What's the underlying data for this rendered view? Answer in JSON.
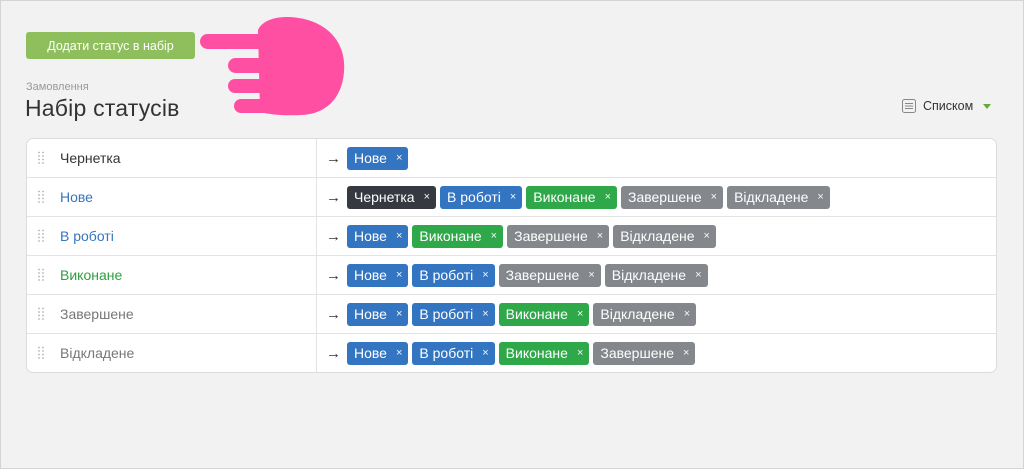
{
  "toolbar": {
    "add_label": "Додати статус в набір"
  },
  "breadcrumb": "Замовлення",
  "page_title": "Набір статусів",
  "view": {
    "label": "Списком",
    "icon": "list-icon"
  },
  "colors": {
    "blue": "#3475c1",
    "green": "#2fa84a",
    "dark": "#363a40",
    "gray": "#84878c",
    "name_default": "#333333",
    "name_blue": "#3475c1",
    "name_green": "#2f9e3f",
    "name_gray": "#777777",
    "add_button": "#8fbf5c",
    "hand": "#ff4fa3"
  },
  "arrow": "→",
  "remove_symbol": "×",
  "rows": [
    {
      "name": "Чернетка",
      "name_color": "name_default",
      "targets": [
        {
          "label": "Нове",
          "color": "blue"
        }
      ]
    },
    {
      "name": "Нове",
      "name_color": "name_blue",
      "targets": [
        {
          "label": "Чернетка",
          "color": "dark"
        },
        {
          "label": "В роботі",
          "color": "blue"
        },
        {
          "label": "Виконане",
          "color": "green"
        },
        {
          "label": "Завершене",
          "color": "gray"
        },
        {
          "label": "Відкладене",
          "color": "gray"
        }
      ]
    },
    {
      "name": "В роботі",
      "name_color": "name_blue",
      "targets": [
        {
          "label": "Нове",
          "color": "blue"
        },
        {
          "label": "Виконане",
          "color": "green"
        },
        {
          "label": "Завершене",
          "color": "gray"
        },
        {
          "label": "Відкладене",
          "color": "gray"
        }
      ]
    },
    {
      "name": "Виконане",
      "name_color": "name_green",
      "targets": [
        {
          "label": "Нове",
          "color": "blue"
        },
        {
          "label": "В роботі",
          "color": "blue"
        },
        {
          "label": "Завершене",
          "color": "gray"
        },
        {
          "label": "Відкладене",
          "color": "gray"
        }
      ]
    },
    {
      "name": "Завершене",
      "name_color": "name_gray",
      "targets": [
        {
          "label": "Нове",
          "color": "blue"
        },
        {
          "label": "В роботі",
          "color": "blue"
        },
        {
          "label": "Виконане",
          "color": "green"
        },
        {
          "label": "Відкладене",
          "color": "gray"
        }
      ]
    },
    {
      "name": "Відкладене",
      "name_color": "name_gray",
      "targets": [
        {
          "label": "Нове",
          "color": "blue"
        },
        {
          "label": "В роботі",
          "color": "blue"
        },
        {
          "label": "Виконане",
          "color": "green"
        },
        {
          "label": "Завершене",
          "color": "gray"
        }
      ]
    }
  ]
}
